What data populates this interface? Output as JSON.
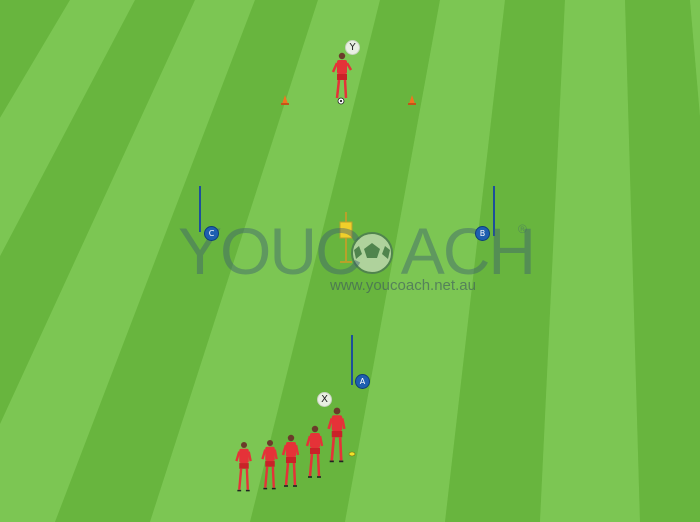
{
  "watermark": {
    "brand_left": "YOUC",
    "brand_right": "ACH",
    "registered": "®",
    "url": "www.youcoach.net.au"
  },
  "labels": {
    "y_player": "Y",
    "x_player": "X",
    "pole_a": "A",
    "pole_b": "B",
    "pole_c": "C"
  },
  "colors": {
    "grass_light": "#7cc653",
    "grass_dark": "#68b53e",
    "player_shirt": "#e53238",
    "cone": "#f2731f",
    "pole": "#1d4f9a"
  },
  "icons": [
    "cone-icon",
    "ball-icon",
    "player-icon",
    "mannequin-icon",
    "pole-icon"
  ]
}
